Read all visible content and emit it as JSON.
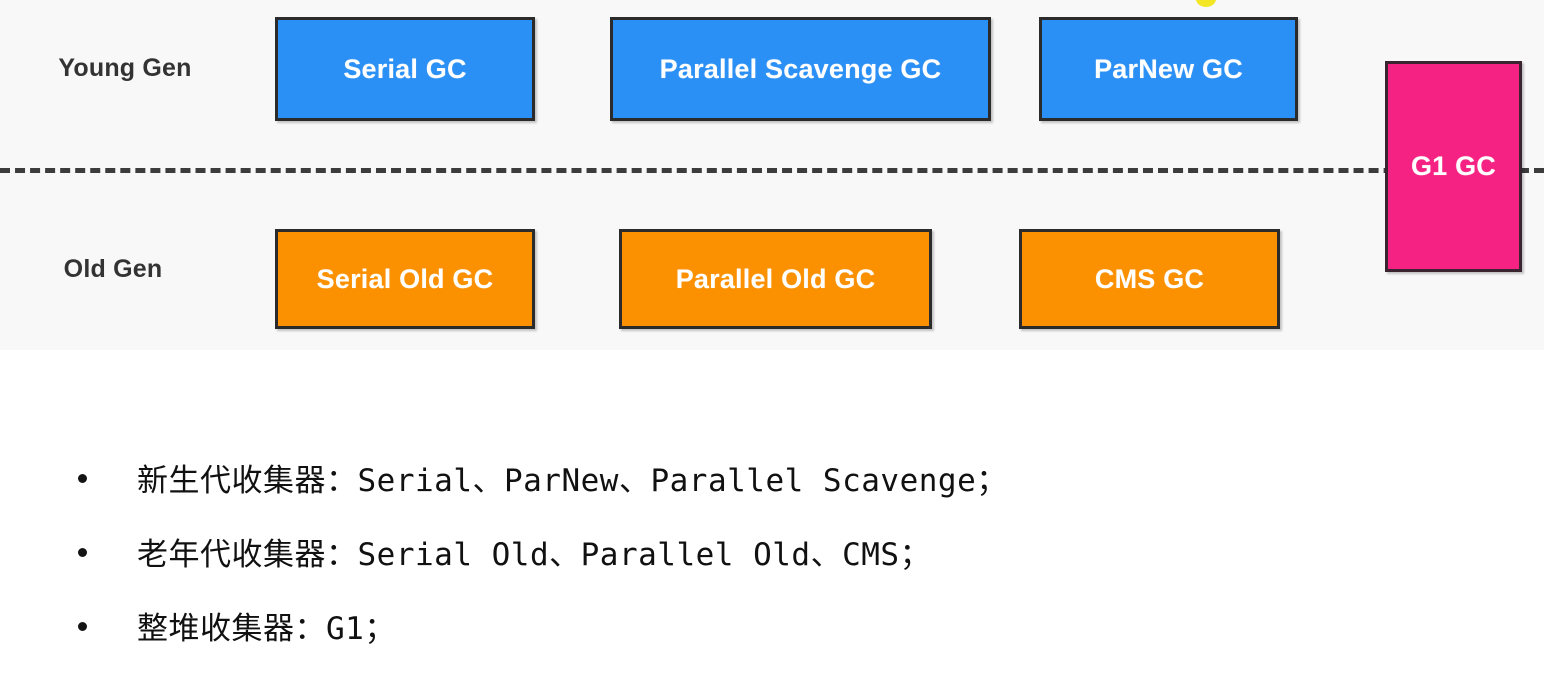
{
  "diagram": {
    "rows": [
      {
        "id": "young",
        "label": "Young Gen"
      },
      {
        "id": "old",
        "label": "Old Gen"
      }
    ],
    "divider": {
      "style": "dashed",
      "color": "#3c3c3c"
    },
    "boxes": [
      {
        "id": "serial",
        "label": "Serial GC",
        "generation": "young",
        "color": "#2b90f5"
      },
      {
        "id": "parallel-scav",
        "label": "Parallel Scavenge GC",
        "generation": "young",
        "color": "#2b90f5"
      },
      {
        "id": "parnew",
        "label": "ParNew GC",
        "generation": "young",
        "color": "#2b90f5"
      },
      {
        "id": "serial-old",
        "label": "Serial Old GC",
        "generation": "old",
        "color": "#fb9000"
      },
      {
        "id": "parallel-old",
        "label": "Parallel Old GC",
        "generation": "old",
        "color": "#fb9000"
      },
      {
        "id": "cms",
        "label": "CMS GC",
        "generation": "old",
        "color": "#fb9000"
      },
      {
        "id": "g1",
        "label": "G1\nGC",
        "generation": "both",
        "color": "#f62283"
      }
    ],
    "background": "#f8f8f8"
  },
  "bullets": [
    {
      "text": "新生代收集器：Serial、ParNew、Parallel Scavenge；"
    },
    {
      "text": "老年代收集器：Serial Old、Parallel Old、CMS；"
    },
    {
      "text": "整堆收集器：G1；"
    }
  ]
}
